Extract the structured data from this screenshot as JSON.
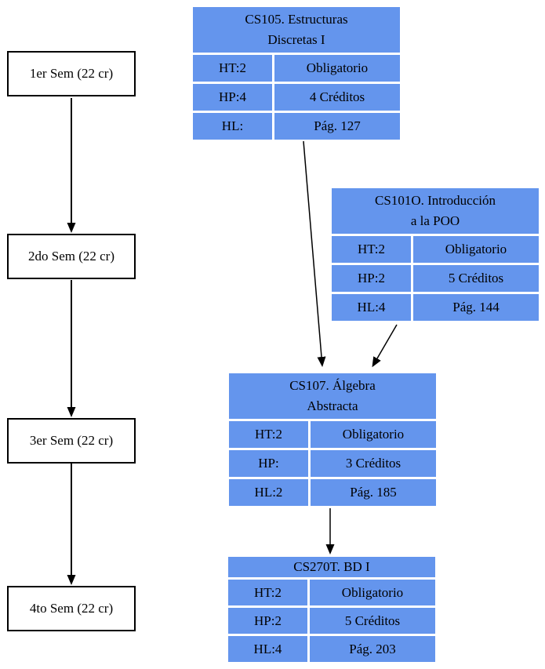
{
  "diagram": {
    "colors": {
      "course_fill": "#6495ED",
      "semester_fill": "#ffffff",
      "border": "#000000",
      "text": "#000000"
    },
    "semesters": [
      {
        "label": "1er Sem (22 cr)"
      },
      {
        "label": "2do Sem (22 cr)"
      },
      {
        "label": "3er Sem (22 cr)"
      },
      {
        "label": "4to Sem (22 cr)"
      }
    ],
    "courses": [
      {
        "code": "CS105",
        "title_lines": [
          "CS105. Estructuras",
          "Discretas I"
        ],
        "rows": [
          {
            "left": "HT:2",
            "right": "Obligatorio"
          },
          {
            "left": "HP:4",
            "right": "4 Créditos"
          },
          {
            "left": "HL:",
            "right": "Pág. 127"
          }
        ]
      },
      {
        "code": "CS101O",
        "title_lines": [
          "CS101O. Introducción",
          "a la POO"
        ],
        "rows": [
          {
            "left": "HT:2",
            "right": "Obligatorio"
          },
          {
            "left": "HP:2",
            "right": "5 Créditos"
          },
          {
            "left": "HL:4",
            "right": "Pág. 144"
          }
        ]
      },
      {
        "code": "CS107",
        "title_lines": [
          "CS107. Álgebra",
          "Abstracta"
        ],
        "rows": [
          {
            "left": "HT:2",
            "right": "Obligatorio"
          },
          {
            "left": "HP:",
            "right": "3 Créditos"
          },
          {
            "left": "HL:2",
            "right": "Pág. 185"
          }
        ]
      },
      {
        "code": "CS270T",
        "title_lines": [
          "CS270T. BD I"
        ],
        "rows": [
          {
            "left": "HT:2",
            "right": "Obligatorio"
          },
          {
            "left": "HP:2",
            "right": "5 Créditos"
          },
          {
            "left": "HL:4",
            "right": "Pág. 203"
          }
        ]
      }
    ],
    "edges": [
      {
        "from": "1er Sem (22 cr)",
        "to": "2do Sem (22 cr)"
      },
      {
        "from": "2do Sem (22 cr)",
        "to": "3er Sem (22 cr)"
      },
      {
        "from": "3er Sem (22 cr)",
        "to": "4to Sem (22 cr)"
      },
      {
        "from": "CS105",
        "to": "CS107"
      },
      {
        "from": "CS101O",
        "to": "CS107"
      },
      {
        "from": "CS107",
        "to": "CS270T"
      }
    ]
  }
}
